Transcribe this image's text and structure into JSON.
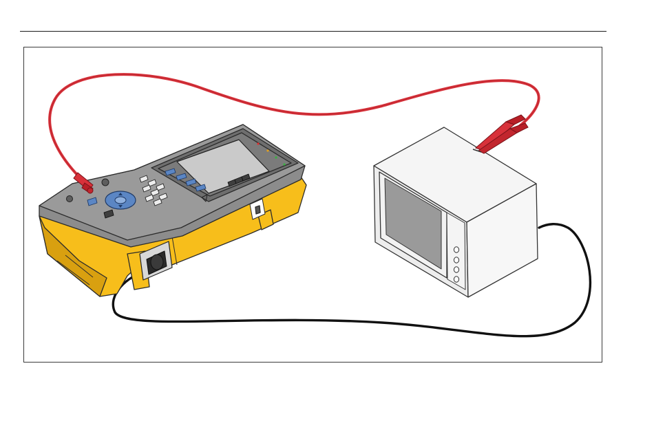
{
  "figure": {
    "description_visible_text": [],
    "colors": {
      "tester_body": "#F7BE1B",
      "tester_body_shadow": "#D9A010",
      "tester_panel": "#8A8A8A",
      "tester_panel_dark": "#5E5E5E",
      "screen": "#C9C9C9",
      "key_blue": "#5B86C4",
      "key_dark": "#3F3F3F",
      "lead_red": "#D8313A",
      "lead_red_dark": "#9E1E25",
      "cable_black": "#111111",
      "monitor_case": "#EFEFEF",
      "monitor_screen": "#9A9A9A",
      "monitor_outline": "#333333"
    },
    "components": {
      "tester": "safety-analyzer",
      "device_under_test": "crt-monitor",
      "test_lead": "red-probe-lead",
      "power_cord": "black-mains-cord"
    }
  }
}
